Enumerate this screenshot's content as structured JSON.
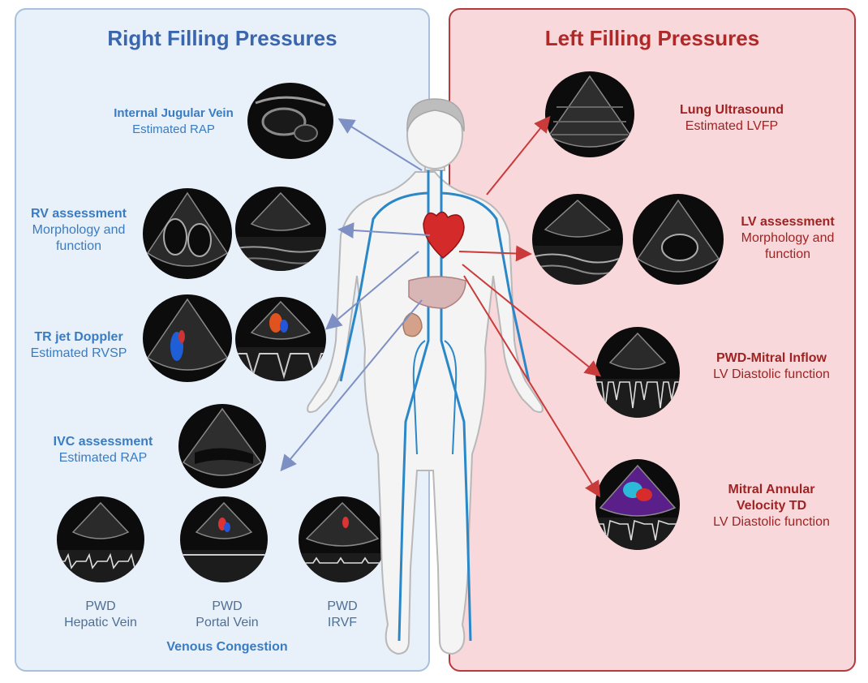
{
  "right": {
    "title": "Right Filling Pressures",
    "ijv": {
      "title": "Internal Jugular Vein",
      "sub": "Estimated RAP"
    },
    "rv": {
      "title": "RV assessment",
      "sub1": "Morphology and",
      "sub2": "function"
    },
    "tr": {
      "title": "TR jet Doppler",
      "sub": "Estimated RVSP"
    },
    "ivc": {
      "title": "IVC assessment",
      "sub": "Estimated RAP"
    },
    "hepatic": {
      "line1": "PWD",
      "line2": "Hepatic Vein"
    },
    "portal": {
      "line1": "PWD",
      "line2": "Portal Vein"
    },
    "irvf": {
      "line1": "PWD",
      "line2": "IRVF"
    },
    "venous": "Venous Congestion"
  },
  "left": {
    "title": "Left Filling Pressures",
    "lung": {
      "title": "Lung Ultrasound",
      "sub": "Estimated LVFP"
    },
    "lv": {
      "title": "LV assessment",
      "sub1": "Morphology and",
      "sub2": "function"
    },
    "mitral_inflow": {
      "title": "PWD-Mitral Inflow",
      "sub": "LV Diastolic function"
    },
    "annular": {
      "title1": "Mitral Annular",
      "title2": "Velocity TD",
      "sub": "LV Diastolic function"
    }
  },
  "colors": {
    "right_accent": "#3a66ad",
    "left_accent": "#b02828",
    "vein_blue": "#2b88c8",
    "heart_red": "#d42a2a"
  }
}
